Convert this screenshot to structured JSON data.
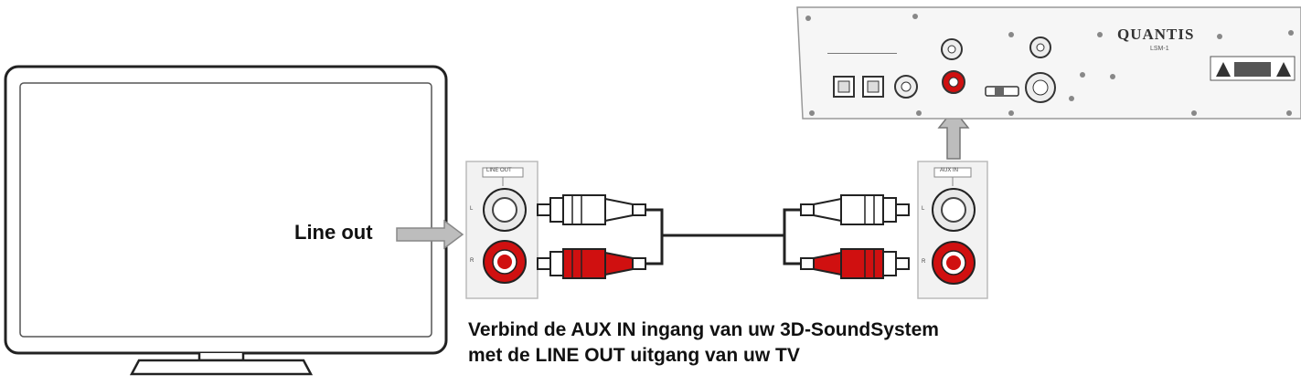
{
  "tv": {
    "output_label": "Line out"
  },
  "tv_panel": {
    "label": "LINE OUT",
    "channels": [
      "L",
      "R"
    ]
  },
  "soundsystem_panel": {
    "label": "AUX IN",
    "channels": [
      "L",
      "R"
    ]
  },
  "device": {
    "brand": "QUANTIS",
    "model": "LSM-1"
  },
  "caption": {
    "line1": "Verbind de AUX IN ingang van uw 3D-SoundSystem",
    "line2": "met de LINE OUT uitgang van uw TV"
  },
  "colors": {
    "left_channel": "#ffffff",
    "right_channel": "#d01010",
    "outline": "#222222",
    "arrow_fill": "#bdbdbd",
    "panel_fill": "#f2f2f2"
  }
}
